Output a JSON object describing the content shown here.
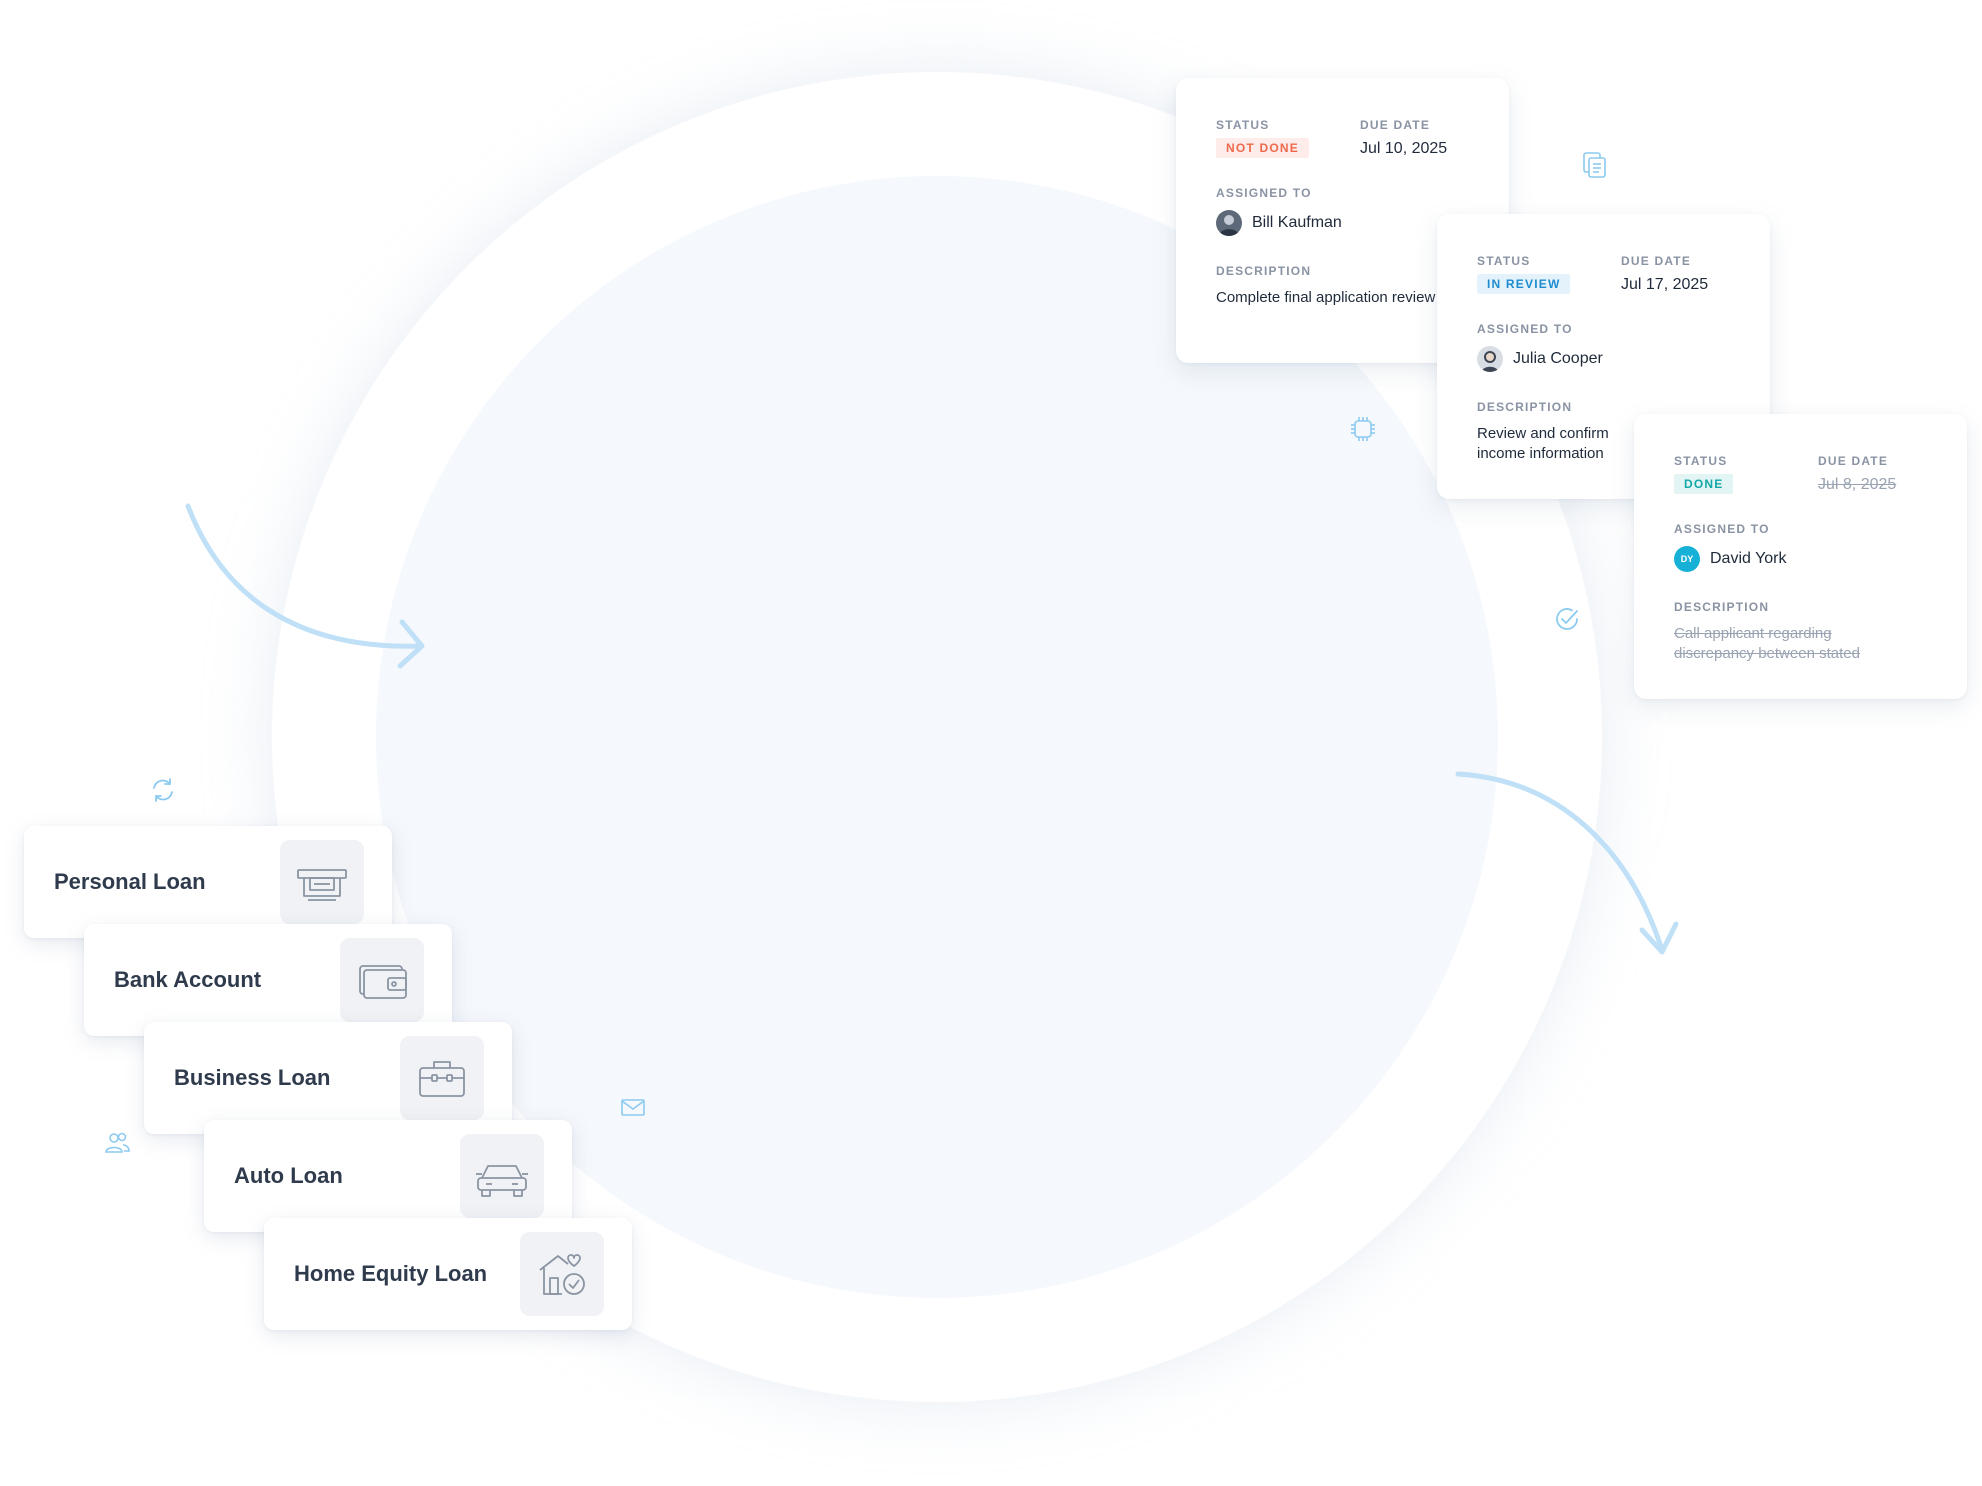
{
  "tasks": [
    {
      "status_label": "STATUS",
      "status": "NOT DONE",
      "due_label": "DUE DATE",
      "due_date": "Jul 10, 2025",
      "assigned_label": "ASSIGNED TO",
      "assignee": "Bill Kaufman",
      "description_label": "DESCRIPTION",
      "description": "Complete final application review",
      "status_color": "#ef6a4c"
    },
    {
      "status_label": "STATUS",
      "status": "IN REVIEW",
      "due_label": "DUE DATE",
      "due_date": "Jul 17, 2025",
      "assigned_label": "ASSIGNED TO",
      "assignee": "Julia Cooper",
      "description_label": "DESCRIPTION",
      "description": "Review and confirm income information",
      "status_color": "#1e8ccf"
    },
    {
      "status_label": "STATUS",
      "status": "DONE",
      "due_label": "DUE DATE",
      "due_date": "Jul 8, 2025",
      "assigned_label": "ASSIGNED TO",
      "assignee": "David York",
      "assignee_initials": "DY",
      "description_label": "DESCRIPTION",
      "description": "Call applicant regarding discrepancy between stated",
      "status_color": "#12a8a8"
    }
  ],
  "loans": [
    {
      "label": "Personal Loan",
      "icon": "cash-icon"
    },
    {
      "label": "Bank Account",
      "icon": "wallet-icon"
    },
    {
      "label": "Business Loan",
      "icon": "briefcase-icon"
    },
    {
      "label": "Auto Loan",
      "icon": "car-icon"
    },
    {
      "label": "Home Equity Loan",
      "icon": "home-check-icon"
    }
  ],
  "floating_icons": [
    "documents-icon",
    "chip-icon",
    "check-circle-icon",
    "refresh-icon",
    "users-icon",
    "mail-icon"
  ],
  "colors": {
    "accent": "#8ccaf0",
    "disc": "#f5f8fc",
    "text_dark": "#2f3b4c"
  }
}
